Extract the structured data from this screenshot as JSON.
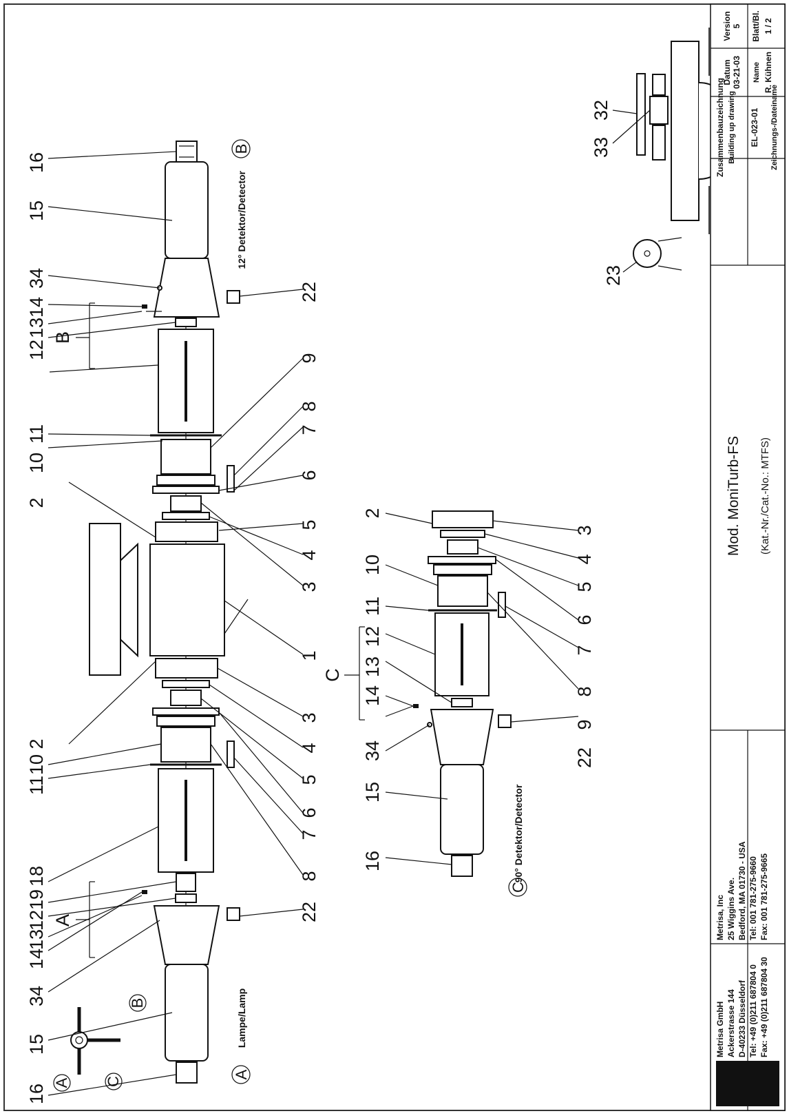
{
  "drawing": {
    "title": "Mod. MoniTurb-FS",
    "cat_no": "(Kat.-Nr./Cat.-No.: MTFS)",
    "lamp_caption": "Lampe/Lamp",
    "detector_12_caption": "12° Detektor/Detector",
    "detector_90_caption": "90° Detektor/Detector",
    "marker_a": "A",
    "marker_b": "B",
    "marker_c": "C",
    "group_a": "A",
    "group_b": "B",
    "group_c": "C"
  },
  "numbers": {
    "n1": "1",
    "n2": "2",
    "n3": "3",
    "n4": "4",
    "n5": "5",
    "n6": "6",
    "n7": "7",
    "n8": "8",
    "n9": "9",
    "n10": "10",
    "n11": "11",
    "n12": "12",
    "n13": "13",
    "n14": "14",
    "n15": "15",
    "n16": "16",
    "n18": "18",
    "n19": "19",
    "n22": "22",
    "n23": "23",
    "n32": "32",
    "n33": "33",
    "n34": "34"
  },
  "title_block": {
    "company_de": [
      "Metrisa GmbH",
      "Ackerstrasse 144",
      "D-40233 Düsseldorf",
      "Tel: +49 (0)211 687804 0",
      "Fax: +49 (0)211 687804 30"
    ],
    "company_us": [
      "Metrisa, Inc",
      "25 Wiggins Ave.",
      "Bedford, MA 01730 - USA",
      "Tel: 001 781-275-9660",
      "Fax: 001 781-275-9665"
    ],
    "zusammenbau_label": "Zusammenbauzeichnung",
    "building_label": "Building up drawing",
    "drawing_no": "EL-023-01",
    "zeichnungs_label": "Zeichnungs-/Dateiname",
    "datum_label": "Datum",
    "datum_value": "03-21-03",
    "name_label": "Name",
    "name_value": "R. Kühnen",
    "version_label": "Version",
    "version_value": "5",
    "blatt_label": "Blatt/Bl.",
    "blatt_value": "1 / 2"
  }
}
